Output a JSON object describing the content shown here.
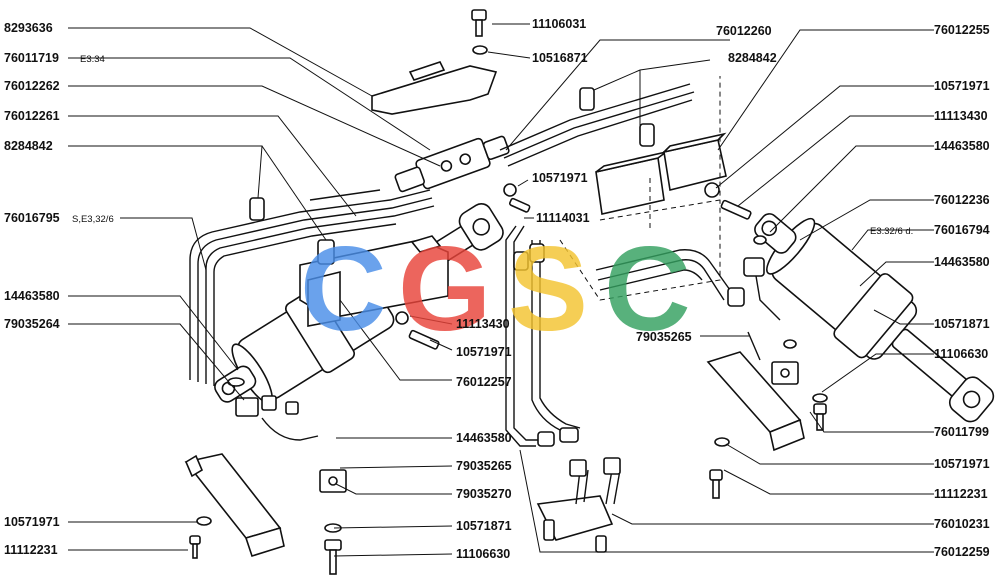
{
  "labels_left": [
    {
      "id": "l1",
      "text": "8293636"
    },
    {
      "id": "l2",
      "text": "76011719"
    },
    {
      "id": "l3",
      "text": "76012262"
    },
    {
      "id": "l4",
      "text": "76012261"
    },
    {
      "id": "l5",
      "text": "8284842"
    },
    {
      "id": "l6",
      "text": "76016795"
    },
    {
      "id": "l7",
      "text": "14463580"
    },
    {
      "id": "l8",
      "text": "79035264"
    },
    {
      "id": "l9",
      "text": "10571971"
    },
    {
      "id": "l10",
      "text": "11112231"
    }
  ],
  "labels_center": [
    {
      "id": "c1",
      "text": "11106031"
    },
    {
      "id": "c2",
      "text": "10516871"
    },
    {
      "id": "c3",
      "text": "76012260"
    },
    {
      "id": "c4",
      "text": "8284842"
    },
    {
      "id": "c5",
      "text": "10571971"
    },
    {
      "id": "c6",
      "text": "11114031"
    },
    {
      "id": "c7",
      "text": "11113430"
    },
    {
      "id": "c8",
      "text": "10571971"
    },
    {
      "id": "c9",
      "text": "76012257"
    },
    {
      "id": "c10",
      "text": "14463580"
    },
    {
      "id": "c11",
      "text": "79035265"
    },
    {
      "id": "c12",
      "text": "79035270"
    },
    {
      "id": "c13",
      "text": "10571871"
    },
    {
      "id": "c14",
      "text": "11106630"
    },
    {
      "id": "c15",
      "text": "79035265"
    }
  ],
  "labels_right": [
    {
      "id": "r1",
      "text": "76012255"
    },
    {
      "id": "r2",
      "text": "10571971"
    },
    {
      "id": "r3",
      "text": "11113430"
    },
    {
      "id": "r4",
      "text": "14463580"
    },
    {
      "id": "r5",
      "text": "76012236"
    },
    {
      "id": "r6",
      "text": "76016794"
    },
    {
      "id": "r7",
      "text": "14463580"
    },
    {
      "id": "r8",
      "text": "10571871"
    },
    {
      "id": "r9",
      "text": "11106630"
    },
    {
      "id": "r10",
      "text": "76011799"
    },
    {
      "id": "r11",
      "text": "10571971"
    },
    {
      "id": "r12",
      "text": "11112231"
    },
    {
      "id": "r13",
      "text": "76010231"
    },
    {
      "id": "r14",
      "text": "76012259"
    }
  ],
  "notes": {
    "e334": "E3.34",
    "se3326": "S,E3,32/6",
    "e3326d": "E3.32/6 d."
  },
  "watermark": {
    "text": "CGSC",
    "colors": [
      "#4a8ee8",
      "#e8443a",
      "#f4c430",
      "#34a060"
    ]
  }
}
